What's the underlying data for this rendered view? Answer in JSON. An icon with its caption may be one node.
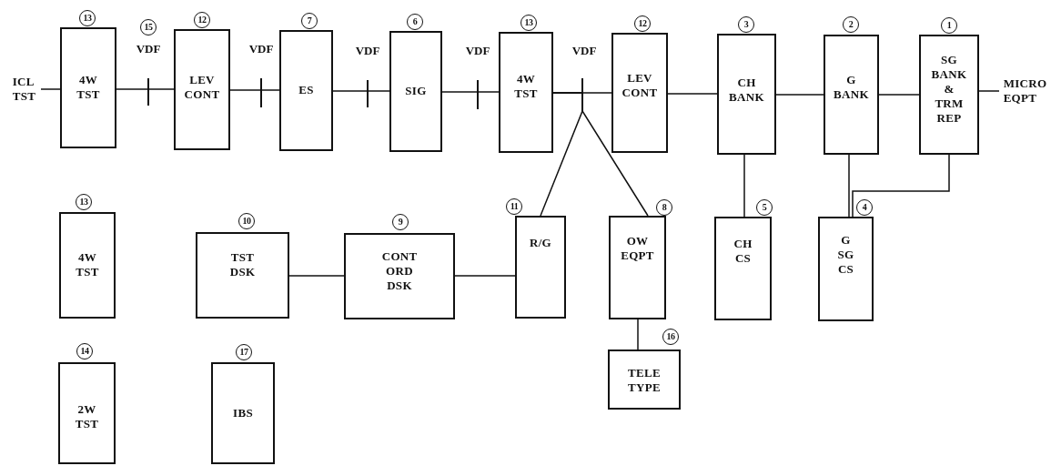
{
  "diagram": {
    "nodes": [
      {
        "text": [
          "ICL TST"
        ]
      },
      {
        "text": [
          "4W TST"
        ],
        "beside": [
          "13"
        ]
      },
      {
        "text": [
          "LEV CONT"
        ],
        "beside": [
          "12"
        ]
      },
      {
        "text": [
          "ES"
        ],
        "beside": [
          "7"
        ]
      },
      {
        "text": [
          "SIG"
        ],
        "beside": [
          "6"
        ]
      },
      {
        "text": [
          "4W TST"
        ],
        "beside": [
          "13"
        ]
      },
      {
        "text": [
          "LEV CONT"
        ],
        "beside": [
          "12"
        ]
      },
      {
        "text": [
          "CH BANK"
        ],
        "beside": [
          "3"
        ]
      },
      {
        "text": [
          "G BANK"
        ],
        "beside": [
          "2"
        ]
      },
      {
        "text": [
          "SG BANK & TRM REP"
        ],
        "beside": [
          "1"
        ]
      },
      {
        "text": [
          "MICRO EQPT"
        ]
      },
      {
        "text": [
          "4W TST"
        ],
        "beside": [
          "13"
        ]
      },
      {
        "text": [
          "TST DSK"
        ],
        "beside": [
          "10"
        ]
      },
      {
        "text": [
          "CONT ORD DSK"
        ],
        "beside": [
          "9"
        ]
      },
      {
        "text": [
          "R/G"
        ],
        "beside": [
          "11"
        ]
      },
      {
        "text": [
          "OW EQPT"
        ],
        "beside": [
          "8"
        ]
      },
      {
        "text": [
          "CH CS"
        ],
        "beside": [
          "5"
        ]
      },
      {
        "text": [
          "G SG CS"
        ],
        "beside": [
          "4"
        ]
      },
      {
        "text": [
          "TELE TYPE"
        ],
        "beside": [
          "16"
        ]
      },
      {
        "text": [
          "2W TST"
        ],
        "beside": [
          "14"
        ]
      },
      {
        "text": [
          "IBS"
        ],
        "beside": [
          "17"
        ]
      }
    ],
    "edges": [
      {
        "from": 0,
        "to": 1,
        "arrow": "none"
      },
      {
        "from": 1,
        "to": 2,
        "arrow": "none"
      },
      {
        "from": 2,
        "to": 3,
        "arrow": "none"
      },
      {
        "from": 3,
        "to": 4,
        "arrow": "none"
      },
      {
        "from": 4,
        "to": 5,
        "arrow": "none"
      },
      {
        "from": 5,
        "to": 6,
        "arrow": "none"
      },
      {
        "from": 6,
        "to": 7,
        "arrow": "none"
      },
      {
        "from": 7,
        "to": 8,
        "arrow": "none"
      },
      {
        "from": 8,
        "to": 9,
        "arrow": "none"
      },
      {
        "from": 9,
        "to": 10,
        "arrow": "none"
      },
      {
        "from": 5,
        "to": 14,
        "arrow": "none"
      },
      {
        "from": 5,
        "to": 15,
        "arrow": "none"
      },
      {
        "from": 7,
        "to": 16,
        "arrow": "none"
      },
      {
        "from": 8,
        "to": 17,
        "arrow": "none"
      },
      {
        "from": 9,
        "to": 17,
        "arrow": "none"
      },
      {
        "from": 12,
        "to": 13,
        "arrow": "none"
      },
      {
        "from": 13,
        "to": 14,
        "arrow": "none"
      },
      {
        "from": 15,
        "to": 18,
        "arrow": "none"
      }
    ],
    "labels": [
      "15",
      "VDF",
      "VDF",
      "VDF",
      "VDF",
      "VDF"
    ]
  }
}
